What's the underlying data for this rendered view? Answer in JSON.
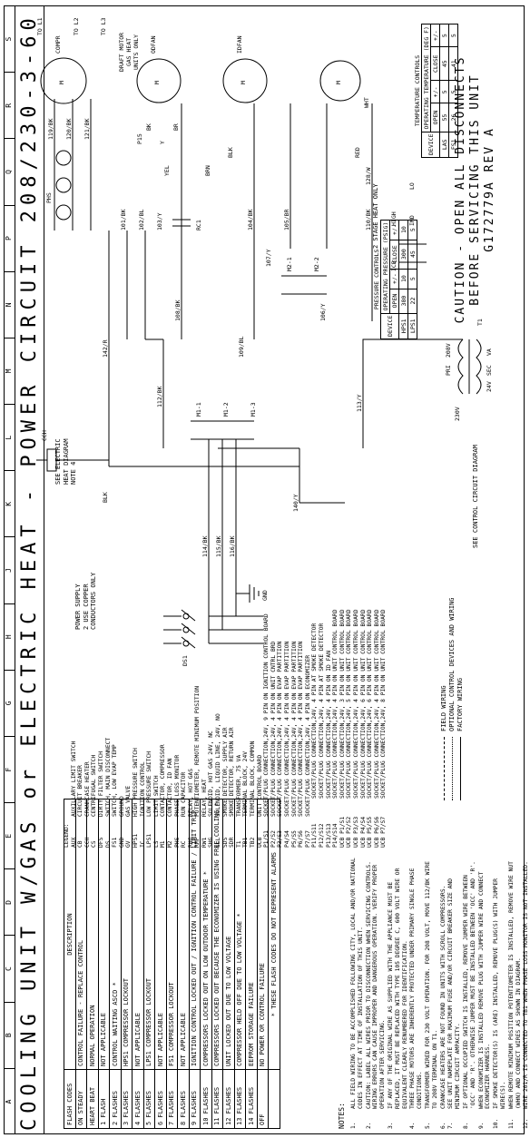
{
  "header": {
    "grid_letters": [
      "A",
      "B",
      "C",
      "D",
      "E",
      "F",
      "G",
      "H",
      "J",
      "K",
      "L",
      "M",
      "N",
      "P",
      "Q",
      "R",
      "S"
    ],
    "title": "COOLING UNIT W/GAS or ELECTRIC HEAT - POWER CIRCUIT 208/230-3-60"
  },
  "flash_codes": {
    "col1": "FLASH CODES",
    "col2": "DESCRIPTION",
    "rows": [
      [
        "ON STEADY",
        "CONTROL FAILURE - REPLACE CONTROL"
      ],
      [
        "HEART BEAT",
        "NORMAL OPERATION"
      ],
      [
        "1 FLASH",
        "NOT APPLICABLE"
      ],
      [
        "2 FLASHES",
        "CONTROL WAITING ASCD *"
      ],
      [
        "3 FLASHES",
        "HPS1 COMPRESSOR LOCKOUT"
      ],
      [
        "4 FLASHES",
        "NOT APPLICABLE"
      ],
      [
        "5 FLASHES",
        "LPS1 COMPRESSOR LOCKOUT"
      ],
      [
        "6 FLASHES",
        "NOT APPLICABLE"
      ],
      [
        "7 FLASHES",
        "FS1 COMPRESSOR LOCKOUT"
      ],
      [
        "8 FLASHES",
        "NOT APPLICABLE"
      ],
      [
        "9 FLASHES",
        "IGNITION CONTROL LOCKED OUT / IGNITION CONTROL FAILURE / LIMIT TRIP"
      ],
      [
        "10 FLASHES",
        "COMPRESSORS LOCKED OUT ON LOW OUTDOOR TEMPERATURE *"
      ],
      [
        "11 FLASHES",
        "COMPRESSORS LOCKED OUT BECAUSE THE ECONOMIZER IS USING FREE COOLING *"
      ],
      [
        "12 FLASHES",
        "UNIT LOCKED OUT DUE TO LOW VOLTAGE"
      ],
      [
        "13 FLASHES",
        "COMPRESSOR HELD OFF DUE TO LOW VOLTAGE *"
      ],
      [
        "14 FLASHES",
        "EEPROM STORAGE FAILURE"
      ],
      [
        "OFF",
        "NO POWER OR CONTROL FAILURE"
      ],
      [
        "",
        "* THESE FLASH CODES DO NOT REPRESENT ALARMS"
      ]
    ]
  },
  "notes_title": "NOTES:",
  "notes": [
    {
      "n": "1.",
      "t": "ALL FIELD WIRING TO BE ACCOMPLISHED FOLLOWING CITY, LOCAL AND/OR NATIONAL CODES IN EFFECT AT TIME OF INSTALLATION OF THIS UNIT."
    },
    {
      "n": "2.",
      "t": "CAUTION: LABEL ALL WIRES PRIOR TO DISCONNECTION WHEN SERVICING CONTROLS. WIRING ERRORS CAN CAUSE IMPROPER AND DANGEROUS OPERATION. VERIFY PROPER OPERATION AFTER SERVICING."
    },
    {
      "n": "3.",
      "t": "IF ANY OF THE ORIGINAL WIRE AS SUPPLIED WITH THE APPLIANCE MUST BE REPLACED, IT MUST BE REPLACED WITH TYPE 105 DEGREE C, 600 VOLT WIRE OR EQUIVALENT CLEARLY RENUMBERED FOR IDENTIFICATION."
    },
    {
      "n": "4.",
      "t": "THREE PHASE MOTORS ARE INHERENTLY PROTECTED UNDER PRIMARY SINGLE PHASE CONDITIONS."
    },
    {
      "n": "5.",
      "t": "TRANSFORMER WIRED FOR 230 VOLT OPERATION. FOR 208 VOLT, MOVE 112/BK WIRE TO 208V TERMINAL ON T1."
    },
    {
      "n": "6.",
      "t": "CRANKCASE HEATERS ARE NOT FOUND IN UNITS WITH SCROLL COMPRESSORS."
    },
    {
      "n": "7.",
      "t": "SEE UNIT NAMEPLATE FOR MAXIMUM FUSE AND/OR CIRCUIT BREAKER SIZE AND MINIMUM CIRCUIT AMPACITY."
    },
    {
      "n": "8.",
      "t": "IF OPTIONAL OCCUPIED SWITCH IS INSTALLED, REMOVE JUMPER WIRE BETWEEN 'OCC' AND 'R'. OTHERWISE JUMPER MUST BE INSTALLED BETWEEN 'OCC' AND 'R'."
    },
    {
      "n": "9.",
      "t": "WHEN ECONOMIZER IS INSTALLED REMOVE PLUG WITH JUMPER WIRE AND CONNECT ECONOMIZER HARNESS."
    },
    {
      "n": "10.",
      "t": "IF SMOKE DETECTOR(S) IS (ARE) INSTALLED, REMOVE PLUG(S) WITH JUMPER WIRE(S)."
    },
    {
      "n": "11.",
      "t": "WHEN REMOTE MINIMUM POSITION POTENTIOMETER IS INSTALLED, REMOVE WIRE NUT (WHN) AND CONNECT WIRES AS SHOWN IN DIAGRAM."
    },
    {
      "n": "12.",
      "t": "WIRE 201/R IS CONNECTED TO TB1 WHEN PHASE LOSS MONITOR IS NOT INSTALLED."
    },
    {
      "n": "13.",
      "t": "ON SOME UNITS, WIRES 105/BR AND 106/Y MAY BE REVERSED."
    }
  ],
  "legend_title": "LEGEND:",
  "legend": [
    [
      "AUX",
      "AUXILLARY LIMIT SWITCH"
    ],
    [
      "CB",
      "CIRCUIT BREAKER"
    ],
    [
      "CCH",
      "CRANKCASE HEATER"
    ],
    [
      "CS",
      "CENTRIFUGAL SWITCH"
    ],
    [
      "DFS",
      "DIRTY FILTER SWITCH"
    ],
    [
      "DS",
      "SWITCH, MAIN DISCONNECT"
    ],
    [
      "FS1",
      "SWITCH, LOW EVAP TEMP"
    ],
    [
      "GND",
      "GROUND"
    ],
    [
      "GV",
      "GAS VALVE"
    ],
    [
      "HPS1",
      "HIGH PRESSURE SWITCH"
    ],
    [
      "IC",
      "IGNITION CONTROL"
    ],
    [
      "LPS1",
      "LOW PRESSURE SWITCH"
    ],
    [
      "LS",
      "LIMIT SWITCH"
    ],
    [
      "M1",
      "CONTACTOR, COMPRESSOR"
    ],
    [
      "M2",
      "CONTACTOR, ID FAN"
    ],
    [
      "PHS",
      "PHASE LOSS MONITOR"
    ],
    [
      "RC",
      "RUN CAPACITOR"
    ],
    [
      "RHG",
      "RELAY, HOT GAS"
    ],
    [
      "RMP",
      "POTENTIOMETER, REMOTE MINIMUM POSITION"
    ],
    [
      "RW1",
      "RELAY, HEAT"
    ],
    [
      "SHG",
      "SOLENOID, HOT GAS 24V, NC"
    ],
    [
      "SLL",
      "SOLENOID, LIQUID LINE, 24V, NO"
    ],
    [
      "SDS",
      "SMOKE DETECTOR, SUPPLY AIR"
    ],
    [
      "SDR",
      "SMOKE DETECTOR, RETURN AIR"
    ],
    [
      "T1",
      "TRANSFORMER, 75 VA"
    ],
    [
      "TB1",
      "TERMINAL BLOCK, 24V"
    ],
    [
      "TB2",
      "TERMINAL BLOCK, COMMON"
    ],
    [
      "UCB",
      "UNIT CONTROL BOARD"
    ],
    [
      "P1/S1",
      "SOCKET/PLUG CONNECTION,24V, 9 PIN ON IGNITION CONTROL BOARD"
    ],
    [
      "P2/S2",
      "SOCKET/PLUG CONNECTION,24V, 4 PIN ON UNIT CNTRL BRD"
    ],
    [
      "P3/S3",
      "SOCKET/PLUG CONNECTION,24V, 4 PIN ON EVAP PARTITION"
    ],
    [
      "P4/S4",
      "SOCKET/PLUG CONNECTION,24V, 4 PIN ON EVAP PARTITION"
    ],
    [
      "P5/S5",
      "SOCKET/PLUG CONNECTION,24V, 4 PIN ON EVAP PARTITION"
    ],
    [
      "P6/S6",
      "SOCKET/PLUG CONNECTION,24V, 4 PIN ON EVAP PARTITION"
    ],
    [
      "P7/S7",
      "SOCKET/PLUG CONNECTION,24V, 4 PIN ON ECONOMIZER"
    ],
    [
      "P11/S11",
      "SOCKET/PLUG CONNECTION,24V, 4 PIN AT SMOKE DETECTOR"
    ],
    [
      "P12/S12",
      "SOCKET/PLUG CONNECTION,24V, 4 PIN AT SMOKE DETECTOR"
    ],
    [
      "P13/S13",
      "SOCKET/PLUG CONNECTION,24V, 4 PIN ON ID FAN"
    ],
    [
      "P14/S14",
      "SOCKET/PLUG CONNECTION,24V, 4 PIN ON UNIT CONTROL BOARD"
    ],
    [
      "UCB P1/S1",
      "SOCKET/PLUG CONNECTION,24V, 3 PIN ON UNIT CONTROL BOARD"
    ],
    [
      "UCB P2/S2",
      "SOCKET/PLUG CONNECTION,24V, 5 PIN ON UNIT CONTROL BOARD"
    ],
    [
      "UCB P3/S3",
      "SOCKET/PLUG CONNECTION,24V, 4 PIN ON UNIT CONTROL BOARD"
    ],
    [
      "UCB P4/S4",
      "SOCKET/PLUG CONNECTION,24V, 6 PIN ON UNIT CONTROL BOARD"
    ],
    [
      "UCB P5/S5",
      "SOCKET/PLUG CONNECTION,24V, 6 PIN ON UNIT CONTROL BOARD"
    ],
    [
      "UCB P6/S6",
      "SOCKET/PLUG CONNECTION,24V, 4 PIN ON UNIT CONTROL BOARD"
    ],
    [
      "UCB P7/S7",
      "SOCKET/PLUG CONNECTION,24V, 8 PIN ON UNIT CONTROL BOARD"
    ]
  ],
  "wiring_legend": [
    "FIELD WIRING",
    "OPTIONAL CONTROL DEVICES AND WIRING",
    "FACTORY WIRING"
  ],
  "power_supply": [
    "POWER SUPPLY",
    "2 USE COPPER",
    "CONDUCTORS ONLY"
  ],
  "see_heat": [
    "SEE ELECTRIC",
    "HEAT DIAGRAM",
    "NOTE 4"
  ],
  "see_control": "SEE CONTROL CIRCUIT DIAGRAM",
  "stage2": "2 STAGE HEAT ONLY",
  "draft_motor": [
    "DRAFT MOTOR",
    "GAS HEAT",
    "UNITS ONLY"
  ],
  "components": {
    "ds1": "DS1",
    "gnd": "GND",
    "cch": "CCH",
    "phs": "PHS",
    "compr": "COMPR",
    "odfan": "ODFAN",
    "idfan": "IDFAN",
    "m": "M",
    "rc1": "RC1",
    "icb": "ICB",
    "high": "HIGH",
    "ind": "IND",
    "lo": "LO",
    "t1": "T1",
    "v230": "230V",
    "v208": "208V",
    "pri": "PRI",
    "sec": "SEC",
    "v24": "24V",
    "va": "VA",
    "m1_1": "M1-1",
    "m1_2": "M1-2",
    "m1_3": "M1-3",
    "m2_1": "M2-1",
    "m2_2": "M2-2",
    "yel": "YEL",
    "brn": "BRN",
    "blk": "BLK",
    "red": "RED",
    "wht": "WHT",
    "bk": "BK",
    "br": "BR",
    "y": "Y",
    "p15": "P15"
  },
  "wires": {
    "w114": "114/BK",
    "w115": "115/BK",
    "w116": "116/BK",
    "w112": "112/BK",
    "w140": "140/Y",
    "w142": "142/R",
    "w101": "101/BK",
    "w102": "102/BL",
    "w103": "103/Y",
    "w104": "104/BK",
    "w105": "105/BR",
    "w106": "106/Y",
    "w107": "107/Y",
    "w108": "108/BK",
    "w109": "109/BL",
    "w110": "110/BK",
    "w113": "113/Y",
    "w119": "119/BK",
    "w120": "120/BK",
    "w121": "121/BK",
    "w128": "128/W",
    "blk": "BLK",
    "tol1": "TO L1",
    "tol2": "TO L2",
    "tol3": "TO L3"
  },
  "pressure_controls": {
    "title": "PRESSURE CONTROLS",
    "header1": [
      "DEVICE",
      "OPERATING PRESSURE (PSIG)"
    ],
    "header2": [
      "",
      "OPEN",
      "+/-",
      "CLOSE",
      "+/-"
    ],
    "rows": [
      [
        "HPS1",
        "380",
        "10",
        "300",
        "10"
      ],
      [
        "LPS1",
        "22",
        "5",
        "45",
        "5"
      ]
    ]
  },
  "temperature_controls": {
    "title": "TEMPERATURE CONTROLS",
    "header1": [
      "DEVICE",
      "OPERATING TEMPERATURE (DEG F)"
    ],
    "header2": [
      "",
      "OPEN",
      "+/-",
      "CLOSE",
      "+/-"
    ],
    "rows": [
      [
        "LAS",
        "55",
        "5",
        "45",
        "5"
      ],
      [
        "FS1",
        "26",
        "5",
        "41",
        "5"
      ]
    ]
  },
  "caution": [
    "CAUTION - OPEN ALL DISCONNECTS",
    "BEFORE SERVICING THIS UNIT",
    "G172779A REV A"
  ],
  "colors": {
    "ink": "#000000",
    "paper": "#ffffff"
  }
}
